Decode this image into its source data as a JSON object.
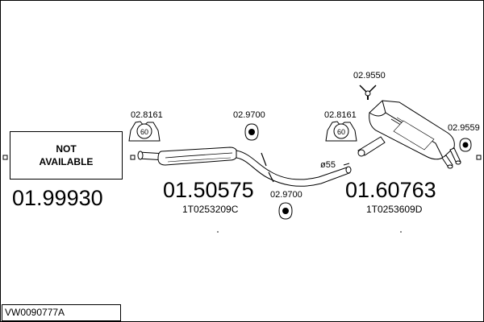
{
  "not_available": {
    "line1": "NOT",
    "line2": "AVAILABLE"
  },
  "part_numbers": {
    "front": "01.99930",
    "middle": "01.50575",
    "rear": "01.60763"
  },
  "oem_numbers": {
    "middle": "1T0253209C",
    "rear": "1T0253609D"
  },
  "accessory_labels": {
    "clamp_front": "02.8161",
    "clamp_front_size": "60",
    "hanger_middle": "02.9700",
    "hanger_lower": "02.9700",
    "clamp_rear": "02.8161",
    "clamp_rear_size": "60",
    "mount_rear": "02.9550",
    "hanger_rear": "02.9559"
  },
  "diameter_label": "ø55",
  "assembly_code": "VW0090777A"
}
